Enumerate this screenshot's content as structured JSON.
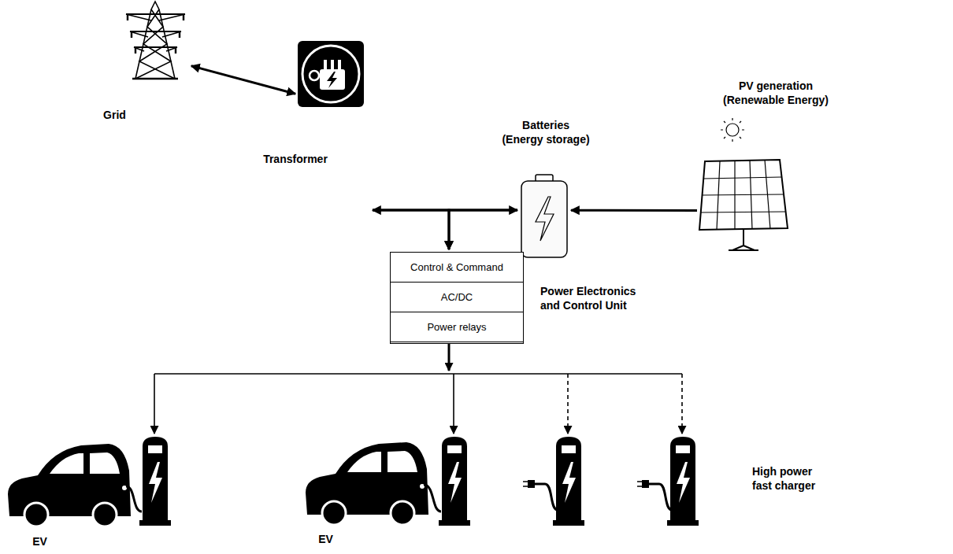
{
  "diagram": {
    "nodes": [
      {
        "text": [
          "Grid"
        ]
      },
      {
        "text": [
          "Transformer"
        ]
      },
      {
        "text": [
          "Batteries (Energy storage)"
        ]
      },
      {
        "text": [
          "PV generation (Renewable Energy)"
        ]
      },
      {
        "text": [
          "Control & Command",
          "AC/DC",
          "Power relays",
          "Power Electronics and Control Unit"
        ]
      }
    ],
    "edges": [
      {
        "from": 0,
        "to": 1,
        "arrow": "both"
      },
      {
        "from": 1,
        "to": 2,
        "arrow": "both"
      },
      {
        "from": 1,
        "to": 4,
        "arrow": "to"
      },
      {
        "from": 2,
        "to": 4,
        "arrow": "to"
      },
      {
        "from": 3,
        "to": 2,
        "arrow": "to"
      }
    ],
    "labels": [
      "EV",
      "EV",
      "High power fast charger"
    ]
  }
}
